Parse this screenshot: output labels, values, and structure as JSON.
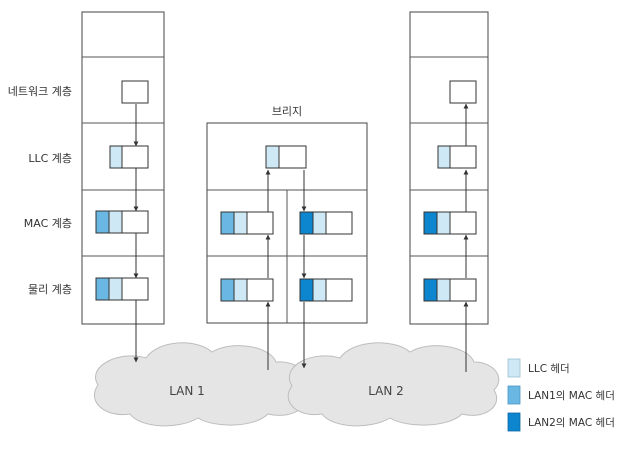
{
  "layers": {
    "network": "네트워크 계층",
    "llc": "LLC 계층",
    "mac": "MAC 계층",
    "physical": "물리 계층"
  },
  "bridge_label": "브리지",
  "lans": {
    "lan1": "LAN 1",
    "lan2": "LAN 2"
  },
  "legend": {
    "llc_header": "LLC 헤더",
    "lan1_mac_header": "LAN1의 MAC 헤더",
    "lan2_mac_header": "LAN2의 MAC 헤더"
  },
  "colors": {
    "llc_header": "#cfe8f6",
    "lan1_mac_header": "#6bb7e3",
    "lan2_mac_header": "#0e86cf"
  }
}
